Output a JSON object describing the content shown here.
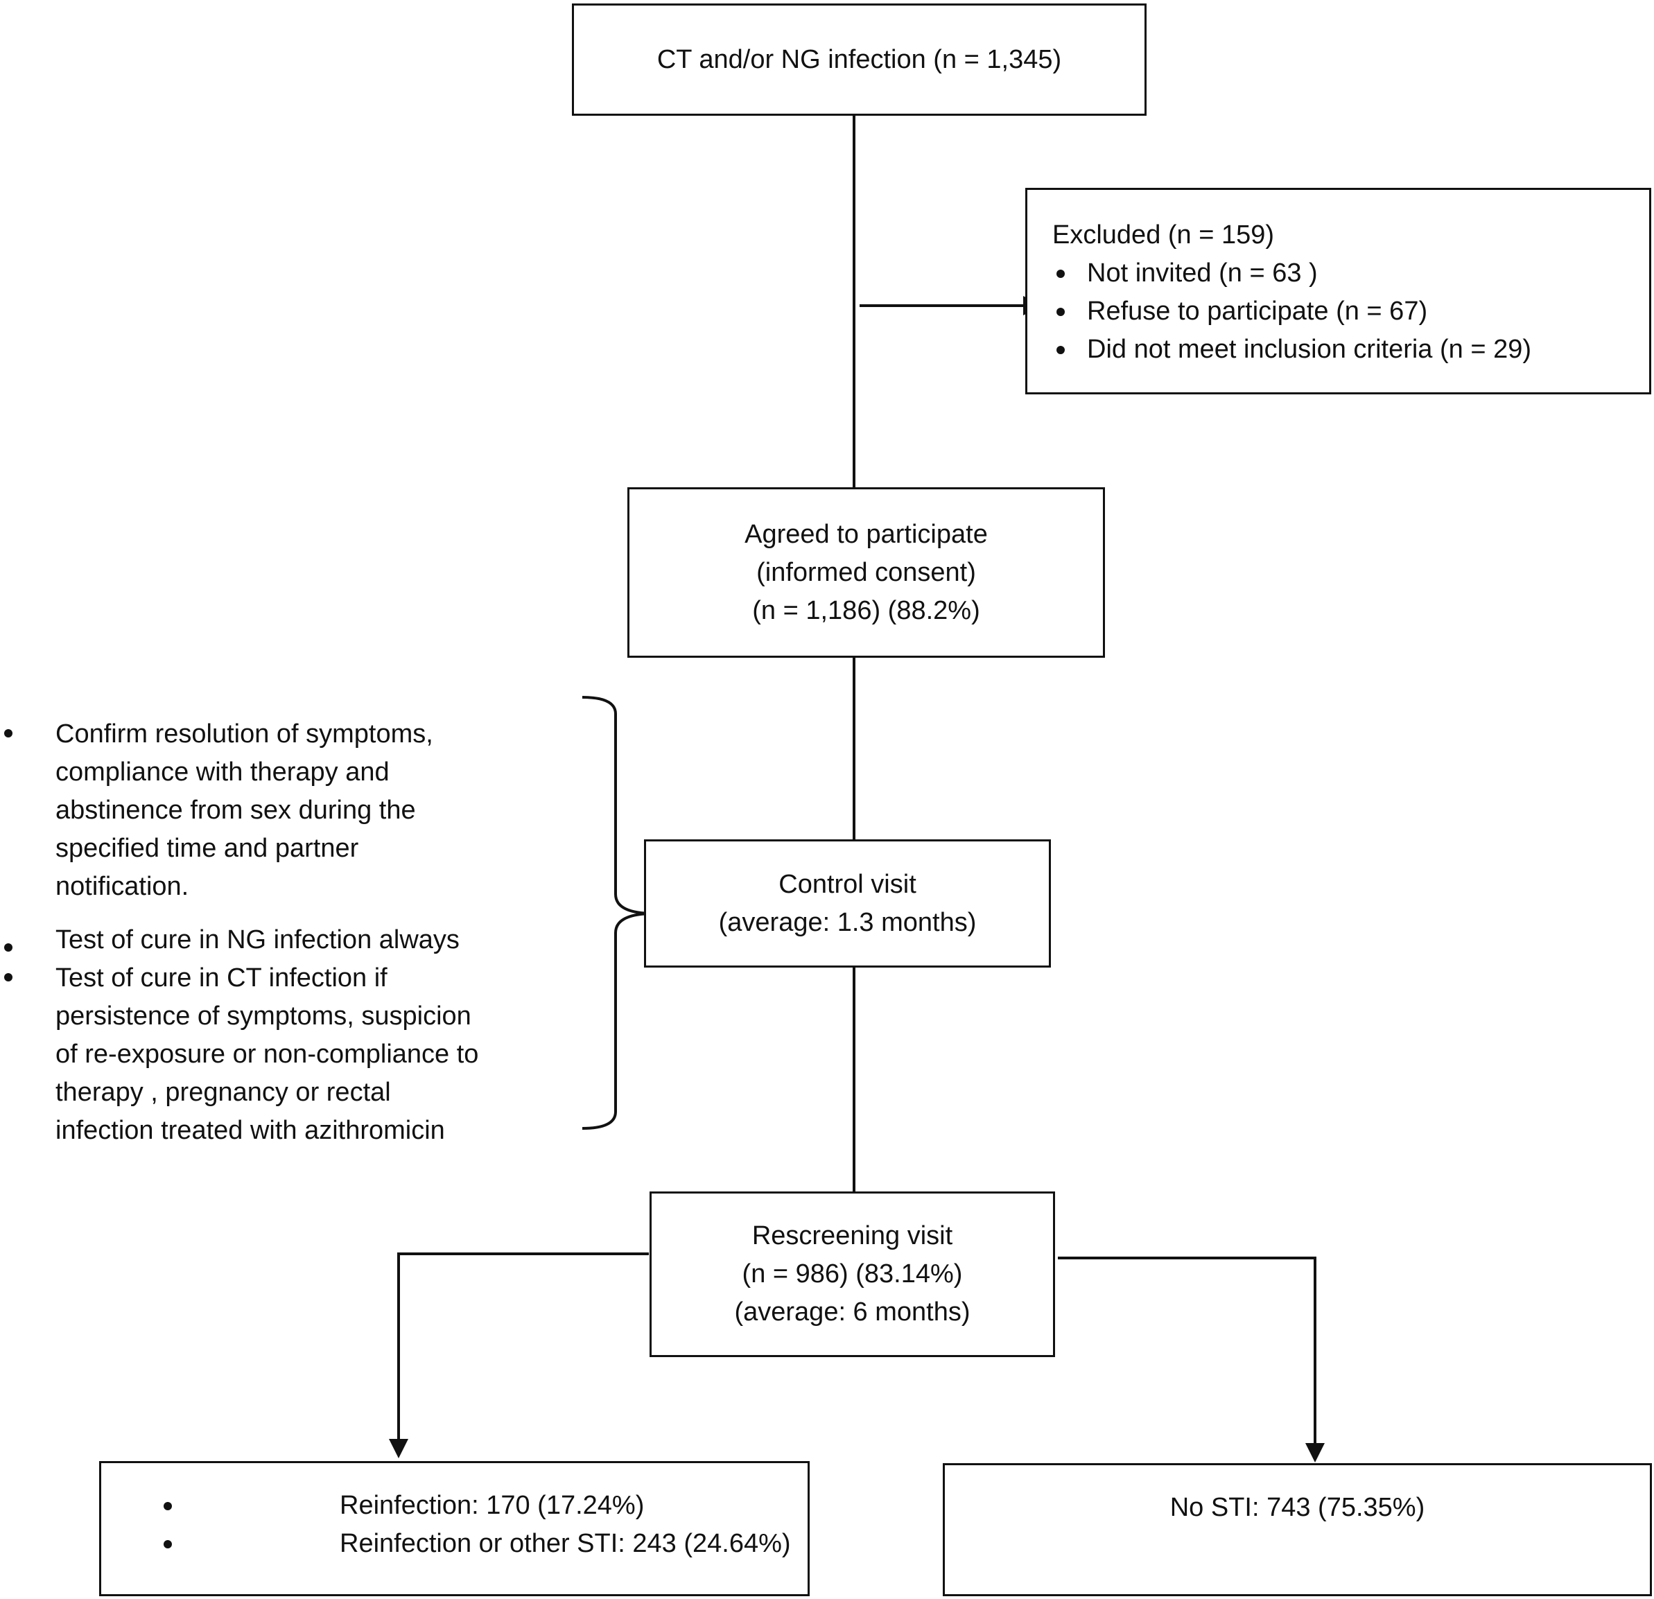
{
  "start": {
    "text": "CT and/or NG infection (n = 1,345)"
  },
  "excluded": {
    "title": "Excluded  (n = 159)",
    "items": [
      "Not invited (n = 63 )",
      "Refuse to participate (n = 67)",
      "Did not meet inclusion criteria (n = 29)"
    ]
  },
  "agreed": {
    "lines": [
      "Agreed to participate",
      "(informed consent)",
      "(n = 1,186) (88.2%)"
    ]
  },
  "control": {
    "lines": [
      "Control visit",
      "(average: 1.3 months)"
    ]
  },
  "control_notes": {
    "bullet1": [
      "Confirm resolution of symptoms,",
      "compliance with therapy and",
      "abstinence from sex during the",
      "specified time and partner",
      "notification."
    ],
    "bullet2": [
      "Test of cure in NG infection always"
    ],
    "bullet3": [
      "Test of cure in CT infection if",
      "persistence of symptoms, suspicion",
      "of re-exposure or non-compliance to",
      "therapy , pregnancy or rectal",
      "infection treated with azithromicin"
    ]
  },
  "rescreening": {
    "lines": [
      "Rescreening visit",
      "(n = 986) (83.14%)",
      "(average: 6 months)"
    ]
  },
  "outcome_left": {
    "items": [
      "Reinfection: 170 (17.24%)",
      "Reinfection or other STI: 243 (24.64%)"
    ]
  },
  "outcome_right": {
    "text": "No STI: 743 (75.35%)"
  }
}
